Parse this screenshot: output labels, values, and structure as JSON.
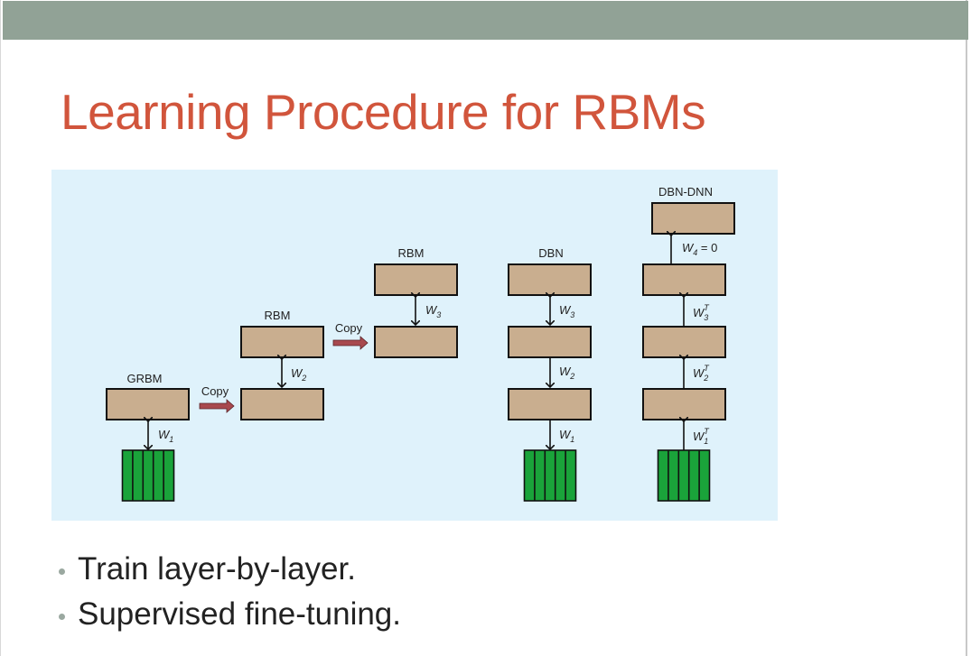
{
  "slide": {
    "title": "Learning Procedure for RBMs",
    "colors": {
      "top_bar": "#91a296",
      "title": "#d1553c",
      "diagram_bg": "#dff2fb",
      "layer_fill": "#c9ae8f",
      "input_fill": "#1aa33a",
      "copy_arrow": "#a8494e"
    },
    "bullets": [
      {
        "text": "Train layer-by-layer."
      },
      {
        "text": "Supervised fine-tuning."
      }
    ]
  },
  "diagram": {
    "stages": [
      {
        "id": "grbm",
        "label": "GRBM",
        "weights": [
          {
            "name": "W",
            "sub": "1",
            "sup": "",
            "direction": "bidirectional"
          }
        ]
      },
      {
        "id": "rbm2",
        "label": "RBM",
        "weights": [
          {
            "name": "W",
            "sub": "2",
            "sup": "",
            "direction": "bidirectional"
          }
        ]
      },
      {
        "id": "rbm3",
        "label": "RBM",
        "weights": [
          {
            "name": "W",
            "sub": "3",
            "sup": "",
            "direction": "bidirectional"
          }
        ]
      },
      {
        "id": "dbn",
        "label": "DBN",
        "weights": [
          {
            "name": "W",
            "sub": "3",
            "sup": "",
            "direction": "bidirectional"
          },
          {
            "name": "W",
            "sub": "2",
            "sup": "",
            "direction": "down"
          },
          {
            "name": "W",
            "sub": "1",
            "sup": "",
            "direction": "down"
          }
        ]
      },
      {
        "id": "dbn-dnn",
        "label": "DBN-DNN",
        "weights": [
          {
            "name": "W",
            "sub": "4",
            "sup": "",
            "suffix": " = 0",
            "direction": "up"
          },
          {
            "name": "W",
            "sub": "3",
            "sup": "T",
            "direction": "up"
          },
          {
            "name": "W",
            "sub": "2",
            "sup": "T",
            "direction": "up"
          },
          {
            "name": "W",
            "sub": "1",
            "sup": "T",
            "direction": "up"
          }
        ]
      }
    ],
    "copy_labels": [
      "Copy",
      "Copy"
    ]
  }
}
